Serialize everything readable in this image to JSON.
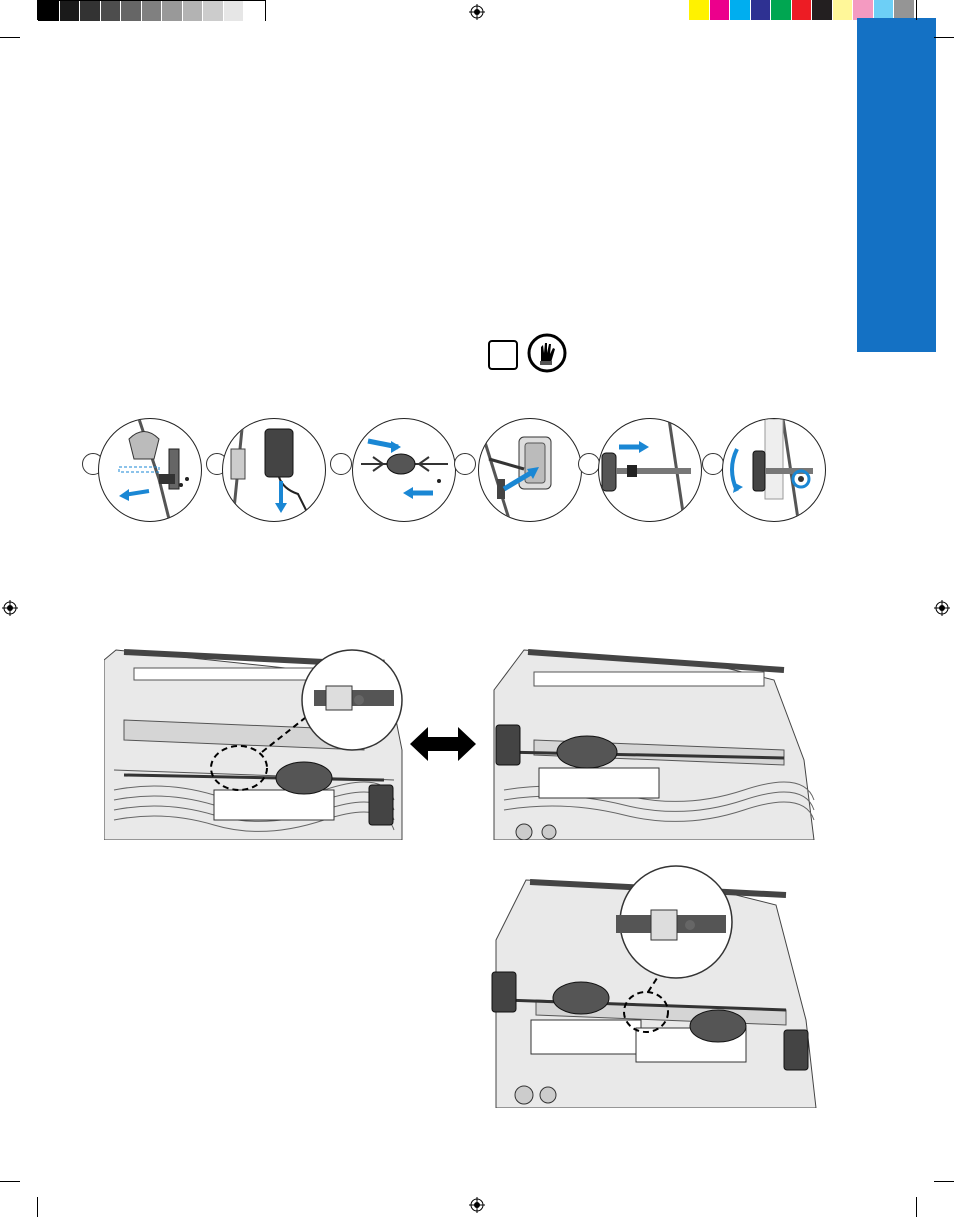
{
  "print_marks": {
    "gray_swatches": [
      "#000000",
      "#1a1a1a",
      "#333333",
      "#4d4d4d",
      "#666666",
      "#808080",
      "#999999",
      "#b3b3b3",
      "#cccccc",
      "#e6e6e6",
      "#ffffff"
    ],
    "color_swatches": [
      "#fff200",
      "#ec008c",
      "#00aeef",
      "#2e3192",
      "#00a651",
      "#ed1c24",
      "#231f20",
      "#fff799",
      "#f49ac1",
      "#6dcff6",
      "#959595"
    ]
  },
  "side_tab": {
    "color": "#1471c4"
  },
  "accent_color": "#1a87d4",
  "icons": [
    "blank-box-icon",
    "glove-icon"
  ],
  "steps": [
    {
      "icon": "rotisserie-bracket-icon"
    },
    {
      "icon": "motor-mount-icon"
    },
    {
      "icon": "spit-forks-icon"
    },
    {
      "icon": "spit-insert-icon"
    },
    {
      "icon": "counterweight-icon"
    },
    {
      "icon": "handle-tighten-icon"
    }
  ],
  "illustrations": [
    "grill-rotisserie-left-motor",
    "double-arrow-icon",
    "grill-rotisserie-right-motor",
    "grill-double-spit"
  ]
}
